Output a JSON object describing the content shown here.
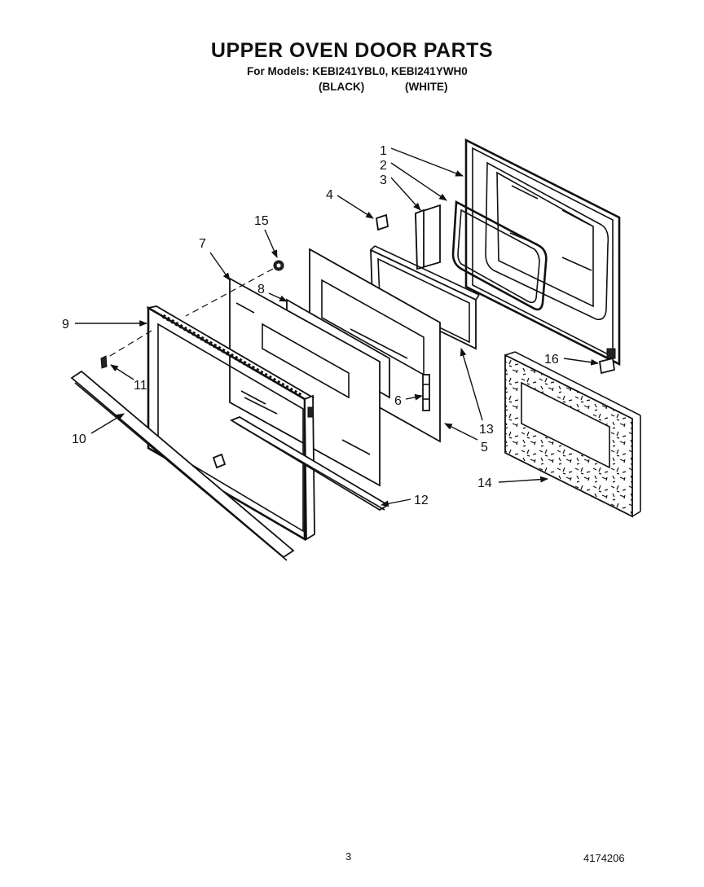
{
  "header": {
    "title": "UPPER OVEN DOOR PARTS",
    "models_line": "For Models: KEBI241YBL0, KEBI241YWH0",
    "variant_black": "(BLACK)",
    "variant_white": "(WHITE)"
  },
  "callouts": {
    "c1": "1",
    "c2": "2",
    "c3": "3",
    "c4": "4",
    "c5": "5",
    "c6": "6",
    "c7": "7",
    "c8": "8",
    "c9": "9",
    "c10": "10",
    "c11": "11",
    "c12": "12",
    "c13": "13",
    "c14": "14",
    "c15": "15",
    "c16": "16"
  },
  "footer": {
    "page_number": "3",
    "document_number": "4174206"
  }
}
